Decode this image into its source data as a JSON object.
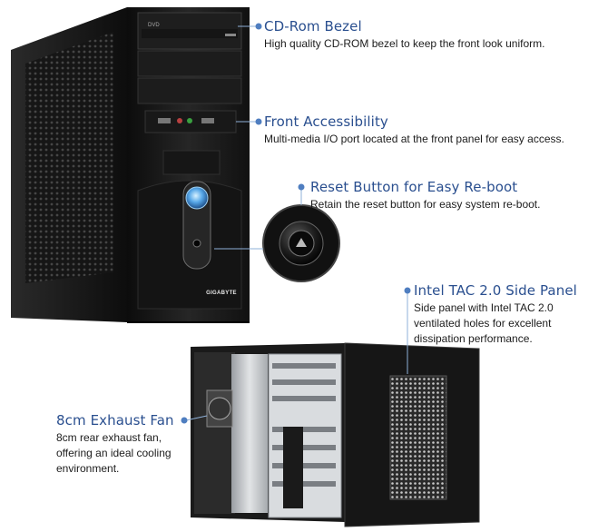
{
  "callouts": {
    "cdrom": {
      "title": "CD-Rom Bezel",
      "desc": "High quality CD-ROM bezel to keep the front look uniform."
    },
    "front": {
      "title": "Front Accessibility",
      "desc": "Multi-media I/O port located at the front panel for easy access."
    },
    "reset": {
      "title": "Reset Button for Easy Re-boot",
      "desc": "Retain the reset button for easy system re-boot."
    },
    "tac": {
      "title": "Intel TAC 2.0 Side Panel",
      "desc_lines": [
        "Side panel with Intel TAC 2.0",
        "ventilated holes for excellent",
        "dissipation performance."
      ]
    },
    "fan": {
      "title": "8cm Exhaust Fan",
      "desc_lines": [
        "8cm rear exhaust fan,",
        "offering an ideal cooling",
        "environment."
      ]
    }
  },
  "case": {
    "brand_label": "GIGABYTE"
  },
  "colors": {
    "accent": "#2a4f8f",
    "callout_dot": "#4f7ec0",
    "case_body": "#1a1a1a",
    "led_blue": "#58a8e8"
  }
}
